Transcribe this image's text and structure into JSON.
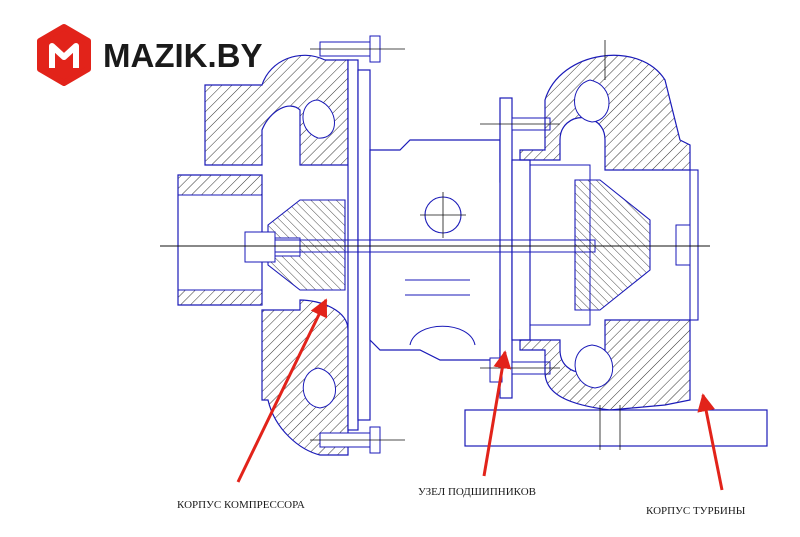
{
  "logo": {
    "text": "MAZIK.BY",
    "accent_color": "#e2231a"
  },
  "labels": {
    "compressor_housing": "КОРПУС КОМПРЕССОРА",
    "bearing_assembly": "УЗЕЛ ПОДШИПНИКОВ",
    "turbine_housing": "КОРПУС ТУРБИНЫ"
  },
  "colors": {
    "drawing_line": "#1a1ab8",
    "centerline": "#111111",
    "hatch": "#333333",
    "arrow": "#e2231a"
  }
}
